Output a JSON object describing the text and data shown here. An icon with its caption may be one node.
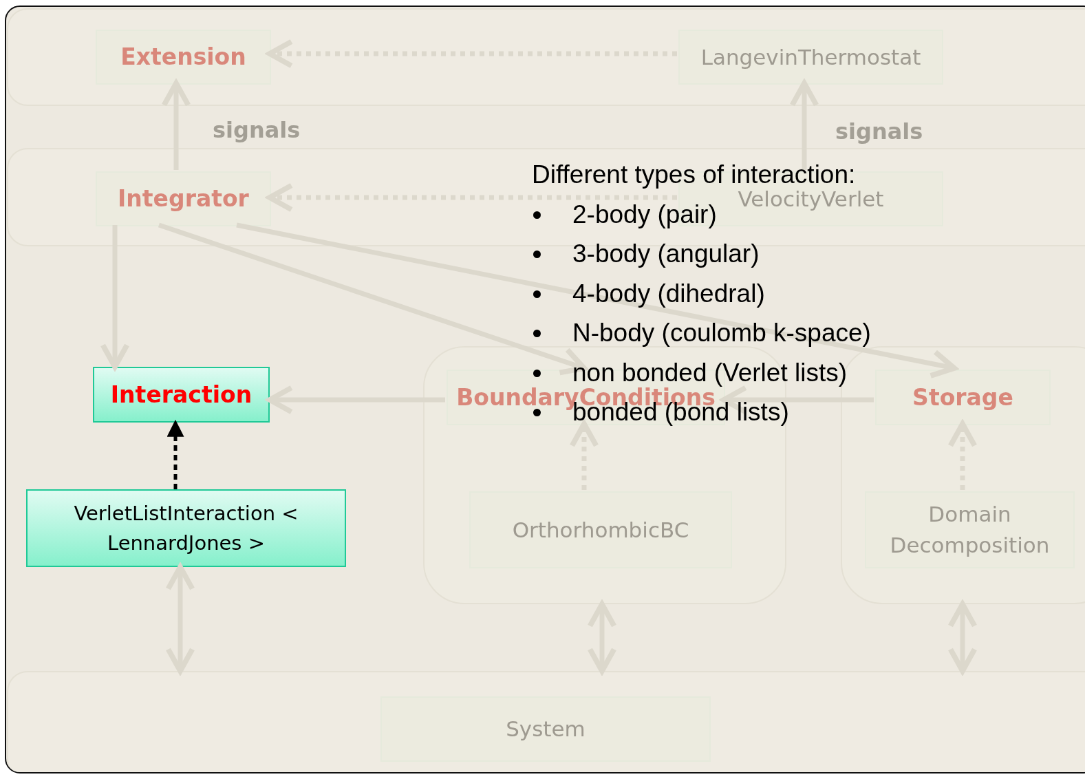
{
  "diagram": {
    "nodes": [
      {
        "text": [],
        "shape": "box"
      },
      {
        "text": [
          "Extension"
        ],
        "in": 0
      },
      {
        "text": [
          "LangevinThermostat"
        ],
        "in": 0
      },
      {
        "text": [],
        "shape": "box"
      },
      {
        "text": [
          "Integrator"
        ],
        "in": 3
      },
      {
        "text": [
          "VelocityVerlet"
        ],
        "in": 3
      },
      {
        "text": [
          "Interaction"
        ]
      },
      {
        "text": [],
        "shape": "box"
      },
      {
        "text": [
          "BoundaryConditions"
        ],
        "in": 7
      },
      {
        "text": [
          "OrthorhombicBC"
        ],
        "in": 7
      },
      {
        "text": [],
        "shape": "box"
      },
      {
        "text": [
          "Storage"
        ],
        "in": 10
      },
      {
        "text": [
          "Domain Decomposition"
        ],
        "in": 10
      },
      {
        "text": [
          "VerletListInteraction < LennardJones >"
        ]
      },
      {
        "text": [],
        "shape": "box"
      },
      {
        "text": [
          "System"
        ],
        "in": 14
      }
    ],
    "edges": [
      {
        "from": 2,
        "to": 1,
        "arrow": "to",
        "style": "dashed"
      },
      {
        "from": 4,
        "to": 1,
        "arrow": "to",
        "label": "signals"
      },
      {
        "from": 5,
        "to": 2,
        "arrow": "to",
        "label": "signals"
      },
      {
        "from": 5,
        "to": 4,
        "arrow": "to",
        "style": "dashed"
      },
      {
        "from": 4,
        "to": 6,
        "arrow": "to"
      },
      {
        "from": 4,
        "to": 8,
        "arrow": "to"
      },
      {
        "from": 4,
        "to": 11,
        "arrow": "to"
      },
      {
        "from": 8,
        "to": 6,
        "arrow": "to"
      },
      {
        "from": 11,
        "to": 8,
        "arrow": "to"
      },
      {
        "from": 9,
        "to": 8,
        "arrow": "to",
        "style": "dashed"
      },
      {
        "from": 12,
        "to": 11,
        "arrow": "to",
        "style": "dashed"
      },
      {
        "from": 13,
        "to": 6,
        "arrow": "to",
        "style": "dashed",
        "color": "#000000"
      },
      {
        "from": 13,
        "to": 14,
        "arrow": "both"
      },
      {
        "from": 7,
        "to": 14,
        "arrow": "both"
      },
      {
        "from": 10,
        "to": 14,
        "arrow": "both"
      }
    ],
    "labels": [
      "Different types of interaction:",
      "2-body (pair)",
      "3-body (angular)",
      "4-body (dihedral)",
      "N-body (coulomb k-space)",
      "non bonded (Verlet lists)",
      "bonded (bond lists)"
    ]
  }
}
